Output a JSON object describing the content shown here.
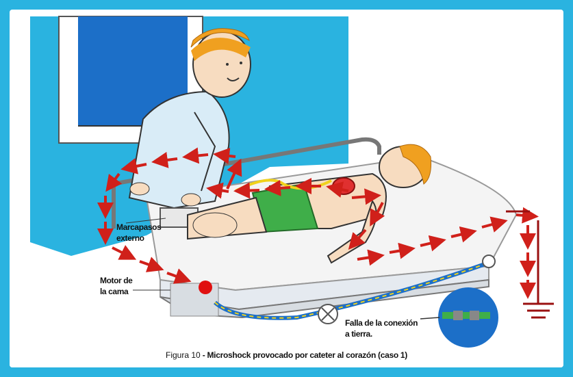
{
  "labels": {
    "pacemaker_line1": "Marcapasos",
    "pacemaker_line2": "externo",
    "motor_line1": "Motor de",
    "motor_line2": "la cama",
    "ground_fault_line1": "Falla de la conexión",
    "ground_fault_line2": "a tierra."
  },
  "caption": {
    "prefix": "Figura 10",
    "dash": " - ",
    "title": "Microshock provocado por cateter al corazón (caso 1)"
  },
  "colors": {
    "frame": "#2ab3e0",
    "wall": "#2ab3e0",
    "current_arrows": "#d0201a",
    "ground": "#9a1010",
    "patient_shorts": "#3fae49",
    "catheter": "#f0d21c",
    "mattress": "#f4f4f4"
  },
  "icons": [
    "current-flow-arrows",
    "ground-symbol",
    "broken-connection-symbol",
    "motor-dot",
    "heart-icon"
  ]
}
